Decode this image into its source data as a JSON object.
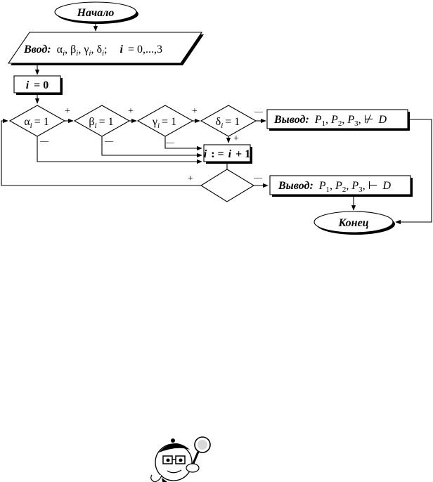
{
  "terminals": {
    "start": "Начало",
    "end": "Конец"
  },
  "input": {
    "label": "Ввод:",
    "vars": [
      "α",
      "β",
      "γ",
      "δ"
    ],
    "sub": "i",
    "range_var": "i",
    "range_text": "= 0,...,3"
  },
  "init": {
    "var": "i",
    "rest": "= 0"
  },
  "conditions": [
    {
      "sym": "α",
      "sub": "i",
      "rest": "= 1"
    },
    {
      "sym": "β",
      "sub": "i",
      "rest": "= 1"
    },
    {
      "sym": "γ",
      "sub": "i",
      "rest": "= 1"
    },
    {
      "sym": "δ",
      "sub": "i",
      "rest": "= 1"
    }
  ],
  "increment": {
    "a": "i",
    "op": ": =",
    "b": "i",
    "plus": "+ 1"
  },
  "outputs": [
    {
      "label": "Вывод:",
      "p": "P",
      "subs": [
        "1",
        "2",
        "3"
      ],
      "turnstile": "⊬",
      "d": "D"
    },
    {
      "label": "Вывод:",
      "p": "P",
      "subs": [
        "1",
        "2",
        "3"
      ],
      "turnstile": "⊢",
      "d": "D"
    }
  ],
  "signs": {
    "plus": "+",
    "minus": "—"
  }
}
